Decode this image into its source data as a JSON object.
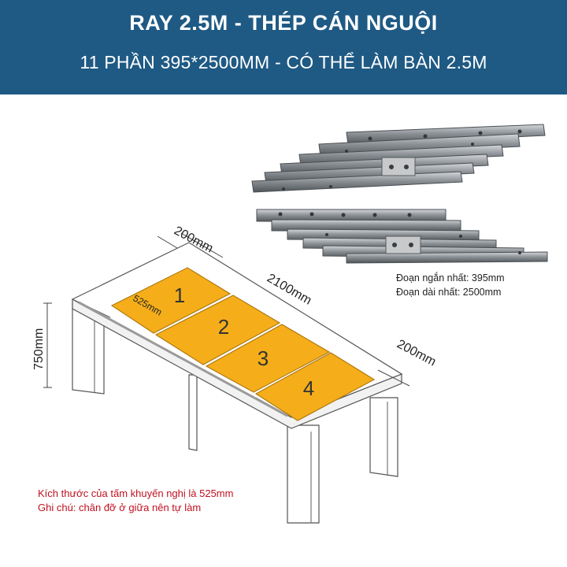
{
  "banner": {
    "title": "RAY 2.5M - THÉP CÁN NGUỘI",
    "subtitle": "11 PHẦN 395*2500MM - CÓ THỂ LÀM BÀN 2.5M",
    "background": "#1f5a84"
  },
  "specs": {
    "shortest": "Đoạn ngắn nhất: 395mm",
    "longest": "Đoạn dài nhất: 2500mm"
  },
  "dimensions": {
    "top_end": "200mm",
    "length": "2100mm",
    "right_end": "200mm",
    "height": "750mm",
    "panel": "525mm"
  },
  "panels": [
    "1",
    "2",
    "3",
    "4"
  ],
  "notes": {
    "line1": "Kích thước của tấm khuyến nghị là 525mm",
    "line2": "Ghi chú: chân đỡ ở giữa nên tự làm"
  },
  "colors": {
    "panel_fill": "#f5ae1a",
    "note_text": "#c0111f"
  }
}
